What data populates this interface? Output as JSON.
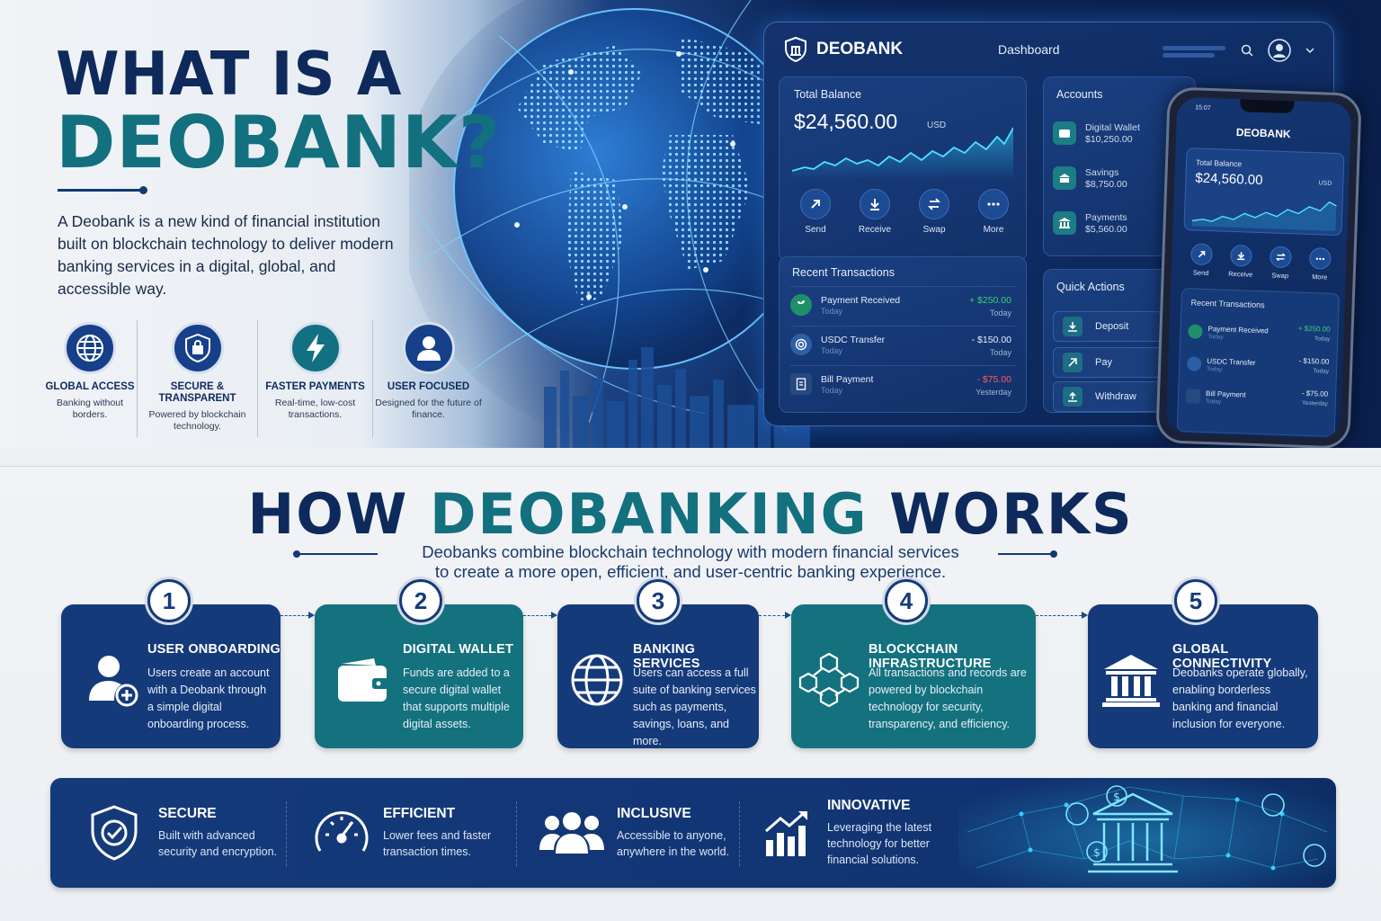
{
  "hero": {
    "line1": "WHAT IS A",
    "line2": "DEOBANK?",
    "intro": "A Deobank is a new kind of financial institution built on blockchain technology to deliver modern banking services in a digital, global, and accessible way.",
    "features": [
      {
        "icon": "globe-icon",
        "title": "GLOBAL ACCESS",
        "desc": "Banking without borders."
      },
      {
        "icon": "lock-shield-icon",
        "title": "SECURE & TRANSPARENT",
        "desc": "Powered by blockchain technology."
      },
      {
        "icon": "lightning-icon",
        "title": "FASTER PAYMENTS",
        "desc": "Real-time, low-cost transactions."
      },
      {
        "icon": "user-icon",
        "title": "USER FOCUSED",
        "desc": "Designed for the future of finance."
      }
    ]
  },
  "dashboard": {
    "brand": "DEOBANK",
    "title": "Dashboard",
    "balance": {
      "label": "Total Balance",
      "amount": "$24,560.00",
      "currency": "USD"
    },
    "actions": [
      "Send",
      "Receive",
      "Swap",
      "More"
    ],
    "accounts": {
      "label": "Accounts",
      "items": [
        {
          "name": "Digital Wallet",
          "value": "$10,250.00"
        },
        {
          "name": "Savings",
          "value": "$8,750.00"
        },
        {
          "name": "Payments",
          "value": "$5,560.00"
        }
      ]
    },
    "transactions": {
      "label": "Recent Transactions",
      "items": [
        {
          "name": "Payment Received",
          "sub": "Today",
          "amount": "+ $250.00",
          "when": "Today",
          "color": "#3ccf7a"
        },
        {
          "name": "USDC Transfer",
          "sub": "Today",
          "amount": "- $150.00",
          "when": "Today",
          "color": "#e8eefb"
        },
        {
          "name": "Bill Payment",
          "sub": "Today",
          "amount": "- $75.00",
          "when": "Yesterday",
          "color": "#ff5a5a"
        }
      ]
    },
    "quick_actions": {
      "label": "Quick Actions",
      "items": [
        "Deposit",
        "Pay",
        "Withdraw"
      ]
    }
  },
  "phone": {
    "time": "15:07",
    "brand": "DEOBANK",
    "balance_label": "Total Balance",
    "balance": "$24,560.00",
    "currency": "USD",
    "actions": [
      "Send",
      "Receive",
      "Swap",
      "More"
    ],
    "tx_label": "Recent Transactions",
    "transactions": [
      {
        "name": "Payment Received",
        "sub": "Today",
        "amount": "+ $250.00",
        "when": "Today"
      },
      {
        "name": "USDC Transfer",
        "sub": "Today",
        "amount": "- $150.00",
        "when": "Today"
      },
      {
        "name": "Bill Payment",
        "sub": "Today",
        "amount": "- $75.00",
        "when": "Yesterday"
      }
    ]
  },
  "how": {
    "title_a": "HOW ",
    "title_b": "DEOBANKING",
    "title_c": " WORKS",
    "sub1": "Deobanks combine blockchain technology with modern financial services",
    "sub2": "to create a more open, efficient, and user-centric banking experience.",
    "steps": [
      {
        "num": "1",
        "title": "USER ONBOARDING",
        "desc": "Users create an account with a Deobank through a simple digital onboarding process.",
        "icon": "user-add-icon"
      },
      {
        "num": "2",
        "title": "DIGITAL WALLET",
        "desc": "Funds are added to a secure digital wallet that supports multiple digital assets.",
        "icon": "wallet-icon"
      },
      {
        "num": "3",
        "title": "BANKING SERVICES",
        "desc": "Users can access a full suite of banking services such as payments, savings, loans, and more.",
        "icon": "globe-icon"
      },
      {
        "num": "4",
        "title": "BLOCKCHAIN INFRASTRUCTURE",
        "desc": "All transactions and records are powered by blockchain technology for security, transparency, and efficiency.",
        "icon": "blockchain-cubes-icon"
      },
      {
        "num": "5",
        "title": "GLOBAL CONNECTIVITY",
        "desc": "Deobanks operate globally, enabling borderless banking and financial inclusion for everyone.",
        "icon": "bank-building-icon"
      }
    ],
    "benefits": [
      {
        "title": "SECURE",
        "desc1": "Built with advanced",
        "desc2": "security and encryption.",
        "icon": "shield-check-icon"
      },
      {
        "title": "EFFICIENT",
        "desc1": "Lower fees and faster",
        "desc2": "transaction times.",
        "icon": "speedometer-icon"
      },
      {
        "title": "INCLUSIVE",
        "desc1": "Accessible to anyone,",
        "desc2": "anywhere in the world.",
        "icon": "people-group-icon"
      },
      {
        "title": "INNOVATIVE",
        "desc1": "Leveraging the latest",
        "desc2": "technology for better",
        "desc3": "financial solutions.",
        "icon": "growth-chart-icon"
      }
    ]
  },
  "colors": {
    "navy": "#143a7a",
    "teal": "#14727f",
    "accent_cyan": "#2fd3ff"
  }
}
